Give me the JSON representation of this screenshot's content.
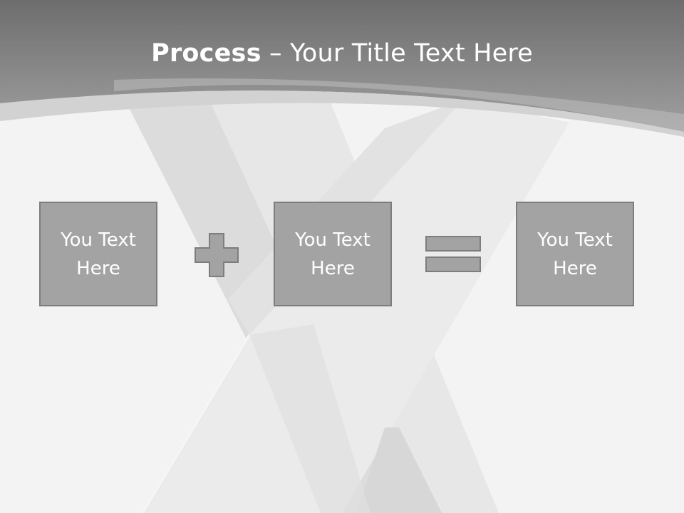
{
  "slide": {
    "title_strong": "Process",
    "title_rest": " – Your Title Text Here",
    "boxes": [
      {
        "text": "You Text Here"
      },
      {
        "text": "You Text Here"
      },
      {
        "text": "You Text Here"
      }
    ],
    "operators": [
      "plus-icon",
      "equals-icon"
    ],
    "colors": {
      "header": "#8a8a8a",
      "box_fill": "#a3a3a3",
      "box_border": "#7d7d7d",
      "background": "#f3f3f3",
      "text": "#ffffff"
    }
  }
}
